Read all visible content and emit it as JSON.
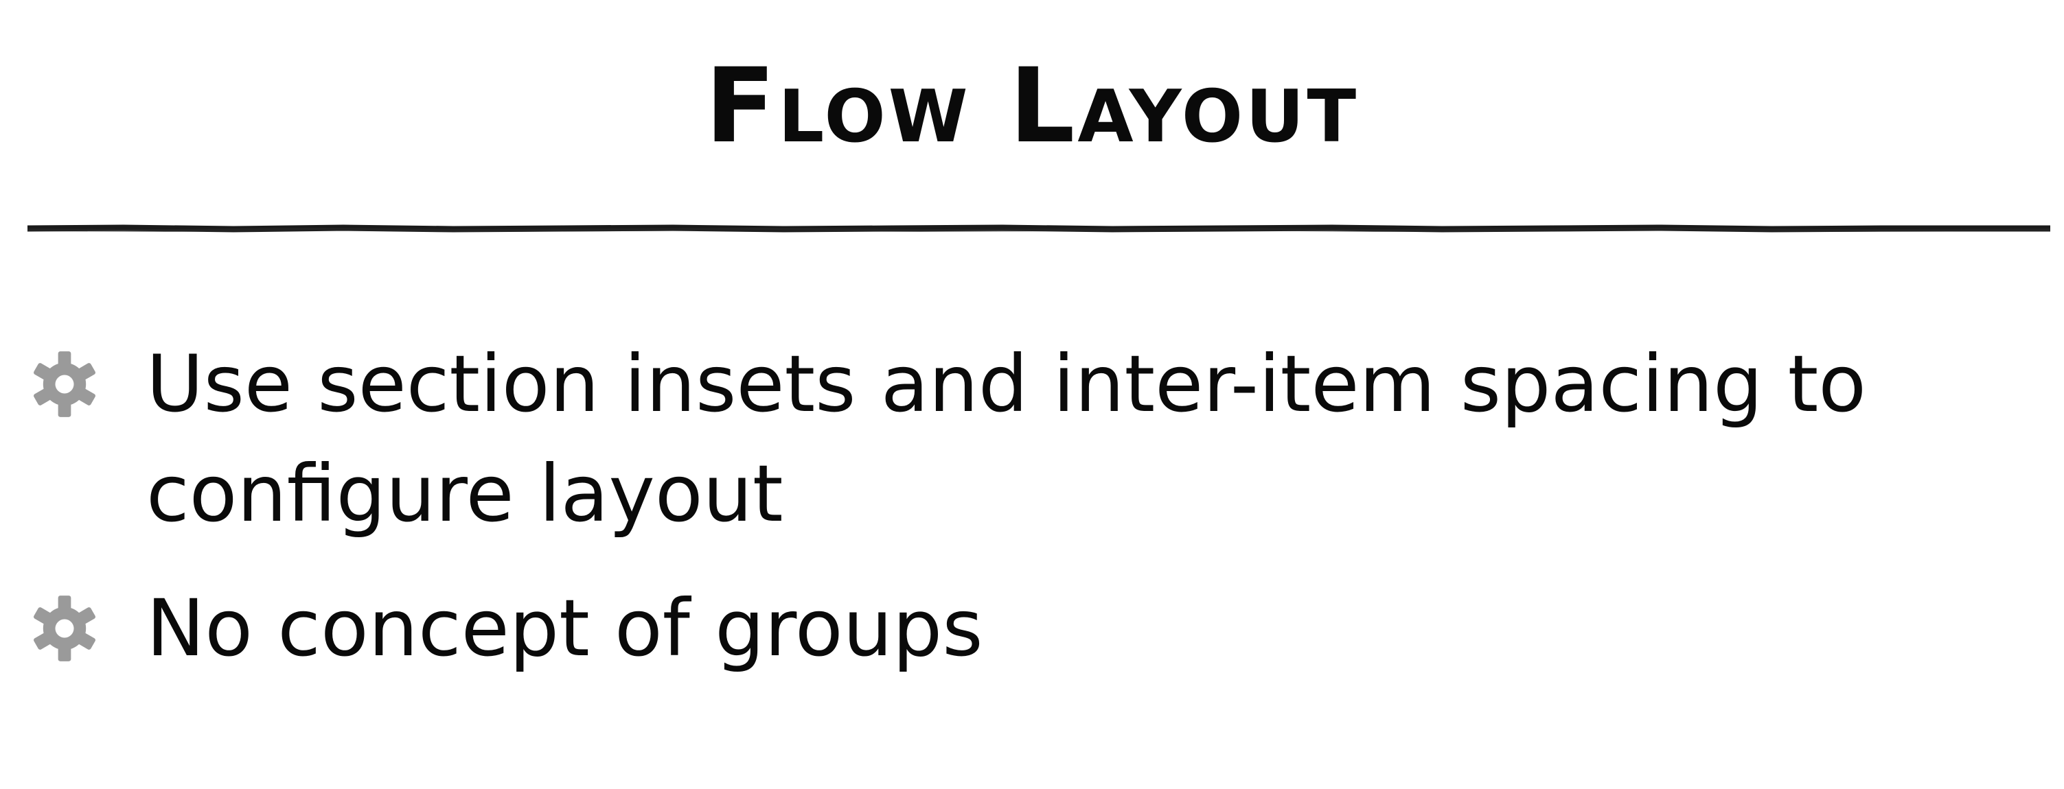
{
  "slide": {
    "title": "Flow Layout",
    "bullets": [
      {
        "text": "Use section insets and inter-item spacing to configure layout",
        "icon": "gear-icon"
      },
      {
        "text": "No concept of groups",
        "icon": "gear-icon"
      }
    ]
  },
  "colors": {
    "text": "#0a0a0a",
    "rule": "#1a1a1a",
    "bullet_icon": "#9a9a9a",
    "background": "#ffffff"
  }
}
